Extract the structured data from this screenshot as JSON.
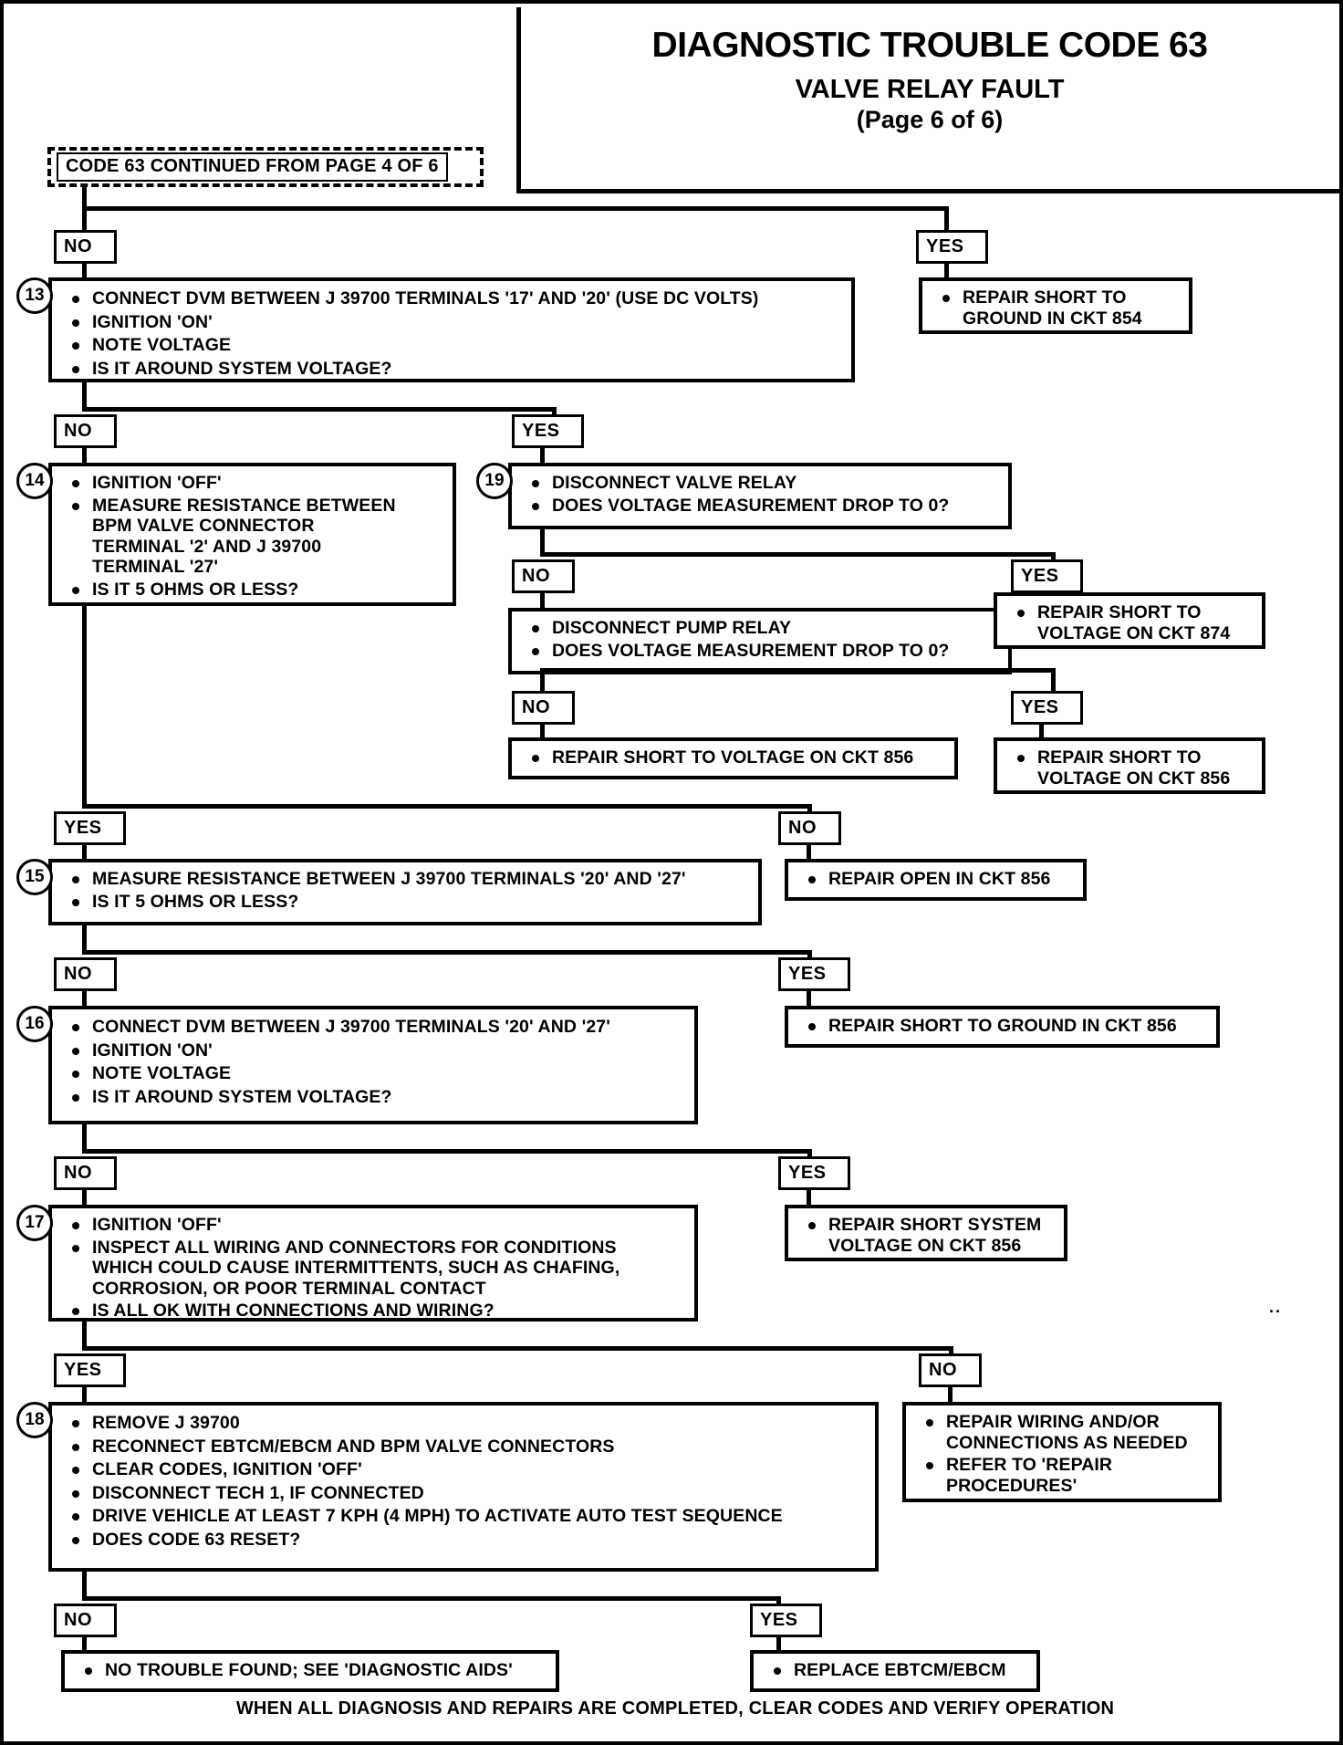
{
  "header": {
    "title": "DIAGNOSTIC TROUBLE CODE 63",
    "subtitle": "VALVE RELAY FAULT",
    "page_label": "(Page 6 of 6)"
  },
  "entry": {
    "label": "CODE 63 CONTINUED FROM PAGE 4 OF 6"
  },
  "branch_labels": {
    "no": "NO",
    "yes": "YES"
  },
  "steps": {
    "s13": {
      "number": "13",
      "items": [
        "CONNECT DVM BETWEEN J  39700 TERMINALS '17' AND '20' (USE DC VOLTS)",
        "IGNITION 'ON'",
        "NOTE VOLTAGE",
        "IS IT AROUND SYSTEM VOLTAGE?"
      ]
    },
    "s14": {
      "number": "14",
      "items": [
        "IGNITION 'OFF'",
        "MEASURE RESISTANCE BETWEEN\nBPM VALVE CONNECTOR\nTERMINAL '2' AND J  39700\nTERMINAL '27'",
        "IS IT 5 OHMS OR LESS?"
      ]
    },
    "s15": {
      "number": "15",
      "items": [
        "MEASURE RESISTANCE BETWEEN J  39700 TERMINALS '20' AND '27'",
        "IS IT 5 OHMS OR LESS?"
      ]
    },
    "s16": {
      "number": "16",
      "items": [
        "CONNECT DVM BETWEEN J  39700 TERMINALS '20' AND '27'",
        "IGNITION 'ON'",
        "NOTE VOLTAGE",
        "IS IT AROUND SYSTEM VOLTAGE?"
      ]
    },
    "s17": {
      "number": "17",
      "items": [
        "IGNITION 'OFF'",
        "INSPECT ALL WIRING AND CONNECTORS FOR CONDITIONS\nWHICH COULD CAUSE INTERMITTENTS, SUCH AS CHAFING,\nCORROSION, OR POOR TERMINAL CONTACT",
        "IS ALL OK WITH CONNECTIONS AND WIRING?"
      ]
    },
    "s18": {
      "number": "18",
      "items": [
        "REMOVE J  39700",
        "RECONNECT EBTCM/EBCM AND BPM VALVE CONNECTORS",
        "CLEAR CODES, IGNITION 'OFF'",
        "DISCONNECT TECH 1, IF CONNECTED",
        "DRIVE VEHICLE AT LEAST 7 KPH (4 MPH) TO ACTIVATE AUTO TEST SEQUENCE",
        "DOES CODE 63 RESET?"
      ]
    },
    "s19": {
      "number": "19",
      "items": [
        "DISCONNECT  VALVE RELAY",
        "DOES VOLTAGE MEASUREMENT DROP TO 0?"
      ]
    }
  },
  "actions": {
    "a_short_gnd_854": {
      "items": [
        "REPAIR SHORT TO\nGROUND IN CKT 854"
      ]
    },
    "a_pump_relay": {
      "items": [
        "DISCONNECT PUMP RELAY",
        "DOES VOLTAGE MEASUREMENT DROP TO 0?"
      ]
    },
    "a_short_volt_874": {
      "items": [
        "REPAIR SHORT TO\nVOLTAGE ON CKT 874"
      ]
    },
    "a_short_volt_856_wide": {
      "items": [
        "REPAIR SHORT TO VOLTAGE ON CKT 856"
      ]
    },
    "a_short_volt_856_nar": {
      "items": [
        "REPAIR SHORT TO\nVOLTAGE ON CKT 856"
      ]
    },
    "a_open_856": {
      "items": [
        "REPAIR OPEN IN CKT 856"
      ]
    },
    "a_short_gnd_856": {
      "items": [
        "REPAIR SHORT TO GROUND IN CKT 856"
      ]
    },
    "a_short_sys_856": {
      "items": [
        "REPAIR SHORT SYSTEM\nVOLTAGE ON CKT 856"
      ]
    },
    "a_repair_wiring": {
      "items": [
        "REPAIR WIRING AND/OR\nCONNECTIONS AS NEEDED",
        "REFER TO 'REPAIR\nPROCEDURES'"
      ]
    },
    "a_no_trouble": {
      "items": [
        "NO TROUBLE FOUND; SEE 'DIAGNOSTIC AIDS'"
      ]
    },
    "a_replace_ebtcm": {
      "items": [
        "REPLACE  EBTCM/EBCM"
      ]
    }
  },
  "footer": {
    "note": "WHEN ALL DIAGNOSIS AND REPAIRS ARE COMPLETED, CLEAR CODES AND VERIFY OPERATION"
  }
}
